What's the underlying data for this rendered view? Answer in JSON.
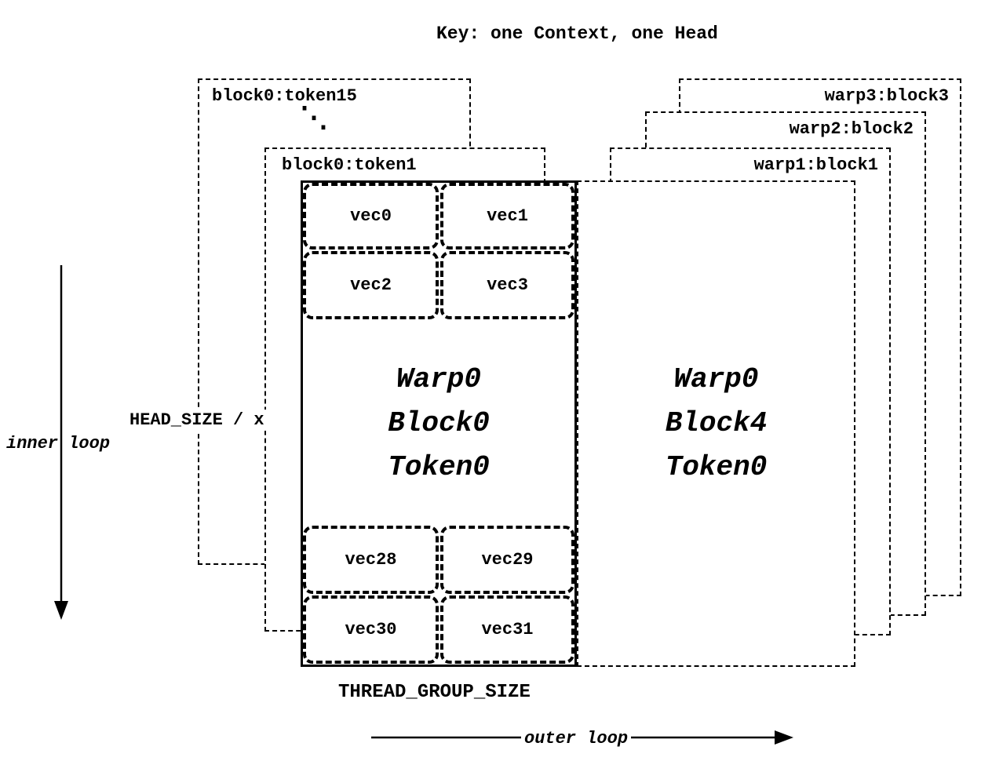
{
  "title": "Key: one Context, one Head",
  "left_stack": {
    "back_label": "block0:token15",
    "dots": "⋱",
    "front_label": "block0:token1"
  },
  "right_stack": {
    "labels": [
      "warp3:block3",
      "warp2:block2",
      "warp1:block1"
    ]
  },
  "key_block": {
    "title_lines": [
      "Warp0",
      "Block0",
      "Token0"
    ],
    "vecs_top": [
      "vec0",
      "vec1",
      "vec2",
      "vec3"
    ],
    "vecs_bottom": [
      "vec28",
      "vec29",
      "vec30",
      "vec31"
    ]
  },
  "neighbor_block": {
    "title_lines": [
      "Warp0",
      "Block4",
      "Token0"
    ]
  },
  "annotations": {
    "head_size": "HEAD_SIZE / x",
    "inner_loop": "inner loop",
    "thread_group": "THREAD_GROUP_SIZE",
    "outer_loop": "outer loop"
  },
  "colors": {
    "ink": "#000000",
    "background": "#ffffff"
  }
}
